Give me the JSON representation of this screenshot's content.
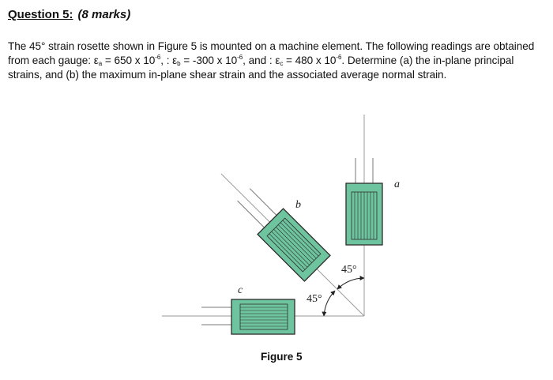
{
  "question": {
    "label": "Question 5:",
    "marks": "(8 marks)"
  },
  "problem": {
    "line1": "The 45° strain rosette shown in Figure 5 is mounted on a machine element. The following readings are obtained",
    "line2_prefix": "from each gauge: ε",
    "sub_a": "a",
    "val_a": " = 650 x 10",
    "exp_a": "-6",
    "sep_b": ",  : ε",
    "sub_b": "b",
    "val_b": " = -300 x 10",
    "exp_b": "-6",
    "sep_c": ", and : ε",
    "sub_c": "c",
    "val_c": " = 480 x 10",
    "exp_c": "-6",
    "line2_suffix": ". Determine (a) the in-plane principal",
    "line3": "strains, and (b) the maximum in-plane shear strain and the associated average normal strain."
  },
  "figure": {
    "caption": "Figure 5",
    "gauge_a_label": "a",
    "gauge_b_label": "b",
    "gauge_c_label": "c",
    "angle_upper": "45°",
    "angle_lower": "45°",
    "gauge_fill": "#6ec49e",
    "gauge_stroke": "#2d2d2d"
  }
}
